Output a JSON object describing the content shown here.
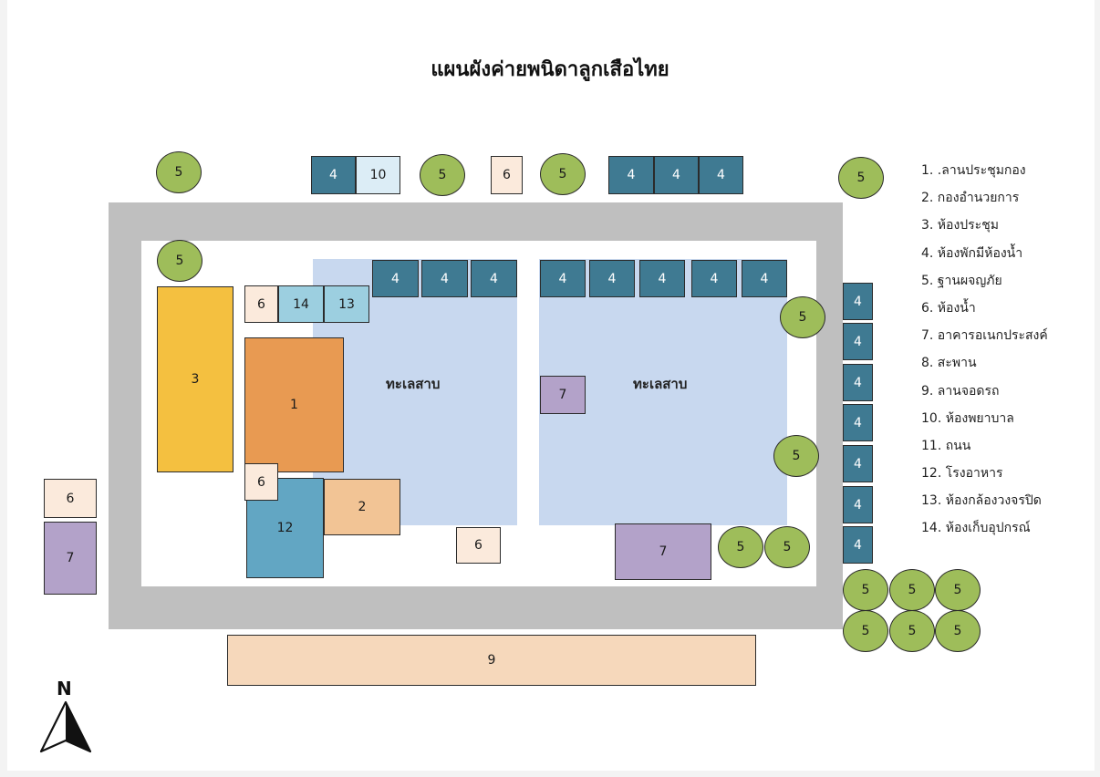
{
  "title": "แผนผังค่ายพนิดาลูกเสือไทย",
  "lagoon_labels": [
    "ทะเลสาบ",
    "ทะเลสาบ"
  ],
  "north_label": "N",
  "legend": [
    "1. .ลานประชุมกอง",
    "2. กองอำนวยการ",
    "3. ห้องประชุม",
    "4. ห้องพักมีห้องน้ำ",
    "5. ฐานผจญภัย",
    "6. ห้องน้ำ",
    "7. อาคารอเนกประสงค์",
    "8. สะพาน",
    "9. ลานจอดรถ",
    "10. ห้องพยาบาล",
    "11. ถนน",
    "12. โรงอาหาร",
    "13. ห้องกล้องวงจรปิด",
    "14. ห้องเก็บอุปกรณ์"
  ],
  "blocks": {
    "b1": "1",
    "b2": "2",
    "b3": "3",
    "r4": "4",
    "t5": "5",
    "w6": "6",
    "p7": "7",
    "b9": "9",
    "b10": "10",
    "b12": "12",
    "b13": "13",
    "b14": "14"
  },
  "colors": {
    "road": "#bfbfbf",
    "lagoon": "#c8d8ef",
    "tree": "#9ebd5a",
    "lodging": "#3f7a92",
    "restroom": "#fbeadc",
    "multipurpose": "#b3a2c9",
    "assembly": "#e89a52",
    "office": "#f2c495",
    "meeting": "#f4c040",
    "parking": "#f6d8bb",
    "infirmary": "#dcedf6",
    "canteen": "#62a6c3",
    "cctv": "#9ccfe0",
    "storage": "#9ccfe0"
  },
  "icons": [
    "north-arrow-icon"
  ]
}
